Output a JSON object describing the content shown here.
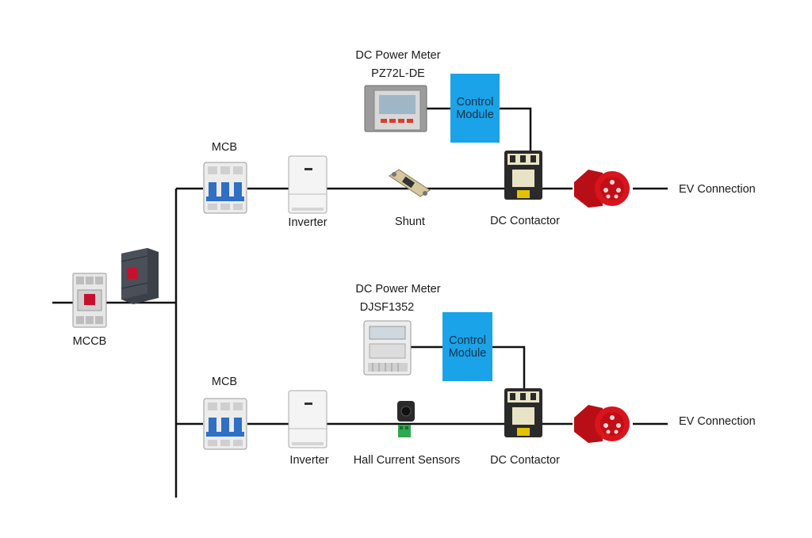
{
  "labels": {
    "mccb": "MCCB",
    "mcb_top": "MCB",
    "mcb_bottom": "MCB",
    "inverter_top": "Inverter",
    "inverter_bottom": "Inverter",
    "shunt": "Shunt",
    "hall_sensors": "Hall Current Sensors",
    "contactor_top": "DC Contactor",
    "contactor_bottom": "DC Contactor",
    "ev_top": "EV Connection",
    "ev_bottom": "EV Connection",
    "meter_top_title": "DC Power Meter",
    "meter_top_model": "PZ72L-DE",
    "meter_bottom_title": "DC Power Meter",
    "meter_bottom_model": "DJSF1352"
  },
  "control_module_top": {
    "line1": "Control",
    "line2": "Module"
  },
  "control_module_bottom": {
    "line1": "Control",
    "line2": "Module"
  },
  "colors": {
    "wire": "#111111",
    "module_fill": "#1aa3e8",
    "plug_red": "#d8141c",
    "mcb_blue": "#2f6fc4"
  }
}
